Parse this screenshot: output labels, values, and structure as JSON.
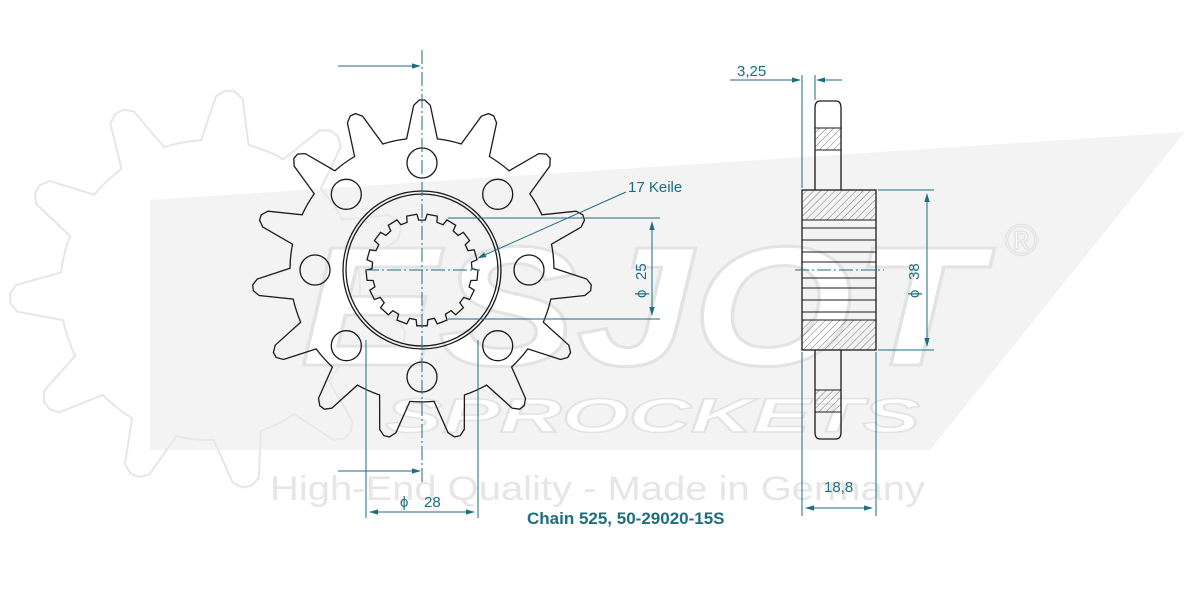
{
  "watermark": {
    "brand": "ESJOT",
    "registered_mark": "®",
    "subbrand": "SPROCKETS",
    "tagline": "High-End Quality - Made in Germany"
  },
  "drawing": {
    "teeth_count": 15,
    "spline_count": 17,
    "bolt_holes": 8,
    "colors": {
      "dimension": "#1d6e80",
      "outline": "#1a1a1a",
      "hatch": "#555555",
      "watermark": "#e6e6e6"
    }
  },
  "labels": {
    "keile": "17 Keile",
    "dia_25": "25",
    "dia_28": "28",
    "dia_38": "38",
    "thickness": "3,25",
    "width": "18,8",
    "diameter_symbol": "ϕ",
    "caption": "Chain 525, 50-29020-15S"
  }
}
